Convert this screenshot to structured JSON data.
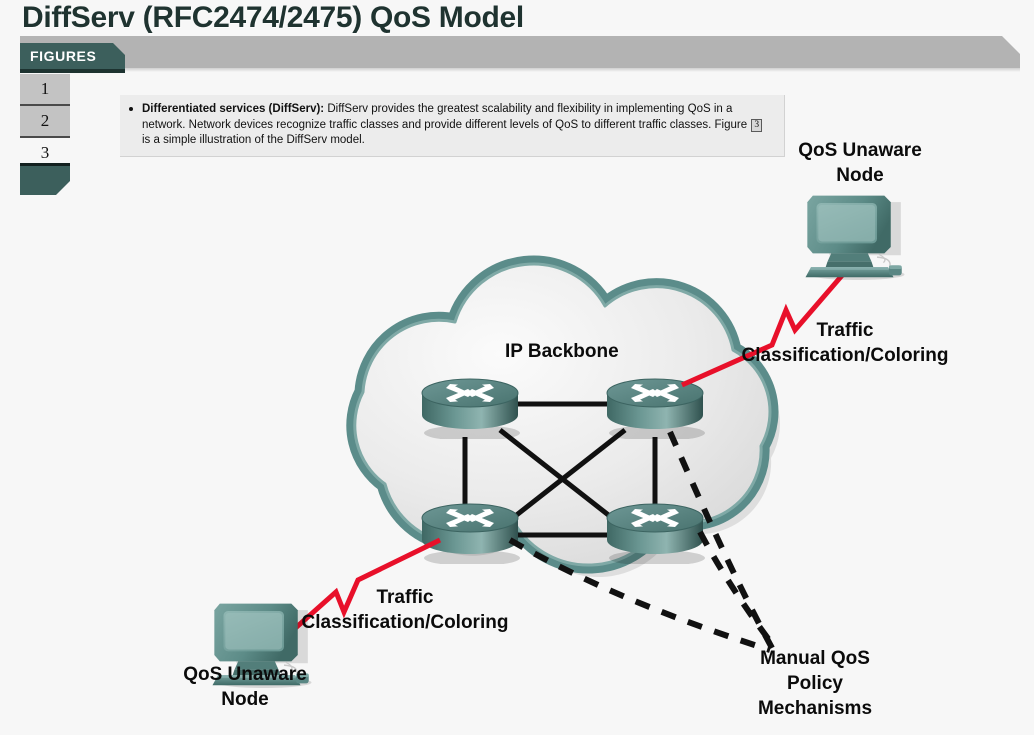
{
  "page": {
    "title": "DiffServ (RFC2474/2475) QoS Model",
    "background_color": "#f7f7f7"
  },
  "sidebar": {
    "tab_label": "FIGURES",
    "tab_color": "#3c5f5c",
    "items": [
      {
        "label": "1",
        "selected": true
      },
      {
        "label": "2",
        "selected": true
      },
      {
        "label": "3",
        "selected": false
      }
    ]
  },
  "callout": {
    "lead": "Differentiated services (DiffServ):",
    "body_1": " DiffServ provides the greatest scalability and flexibility in implementing QoS in a network. Network devices recognize traffic classes and provide different levels of QoS to different traffic classes. Figure ",
    "figure_ref": "3",
    "body_2": " is a simple illustration of the DiffServ model."
  },
  "diagram": {
    "cloud_label": "IP Backbone",
    "cloud_fill": "#ebebeb",
    "cloud_stroke": "#5b8c8a",
    "router_color": "#52807e",
    "link_color": "#000000",
    "red_line_color": "#e8102a",
    "nodes": [
      {
        "id": "node-top-right",
        "label_line_1": "QoS Unaware",
        "label_line_2": "Node",
        "device": "computer-workstation"
      },
      {
        "id": "node-bottom-left",
        "label_line_1": "QoS Unaware",
        "label_line_2": "Node",
        "device": "computer-workstation"
      }
    ],
    "annotations": [
      {
        "id": "traffic-top-right",
        "line_1": "Traffic",
        "line_2": "Classification/Coloring"
      },
      {
        "id": "traffic-bottom-left",
        "line_1": "Traffic",
        "line_2": "Classification/Coloring"
      },
      {
        "id": "manual-qos",
        "line_1": "Manual QoS",
        "line_2": "Policy",
        "line_3": "Mechanisms"
      }
    ],
    "routers": [
      {
        "id": "router-top-left"
      },
      {
        "id": "router-top-right"
      },
      {
        "id": "router-bottom-left"
      },
      {
        "id": "router-bottom-right"
      }
    ]
  }
}
